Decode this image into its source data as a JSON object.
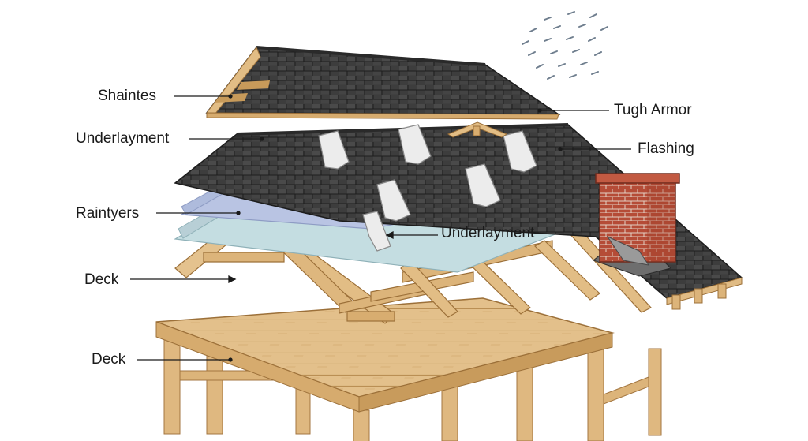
{
  "labels": {
    "shaintes": "Shaintes",
    "underlayment_top": "Underlayment",
    "raintyers": "Raintyers",
    "deck_upper": "Deck",
    "deck_lower": "Deck",
    "tugh_armor": "Tugh Armor",
    "flashing": "Flashing",
    "underlayment_mid": "Underlayment"
  },
  "colors": {
    "shingle": "#3b3b3b",
    "shingle_line": "#1c1c1c",
    "underlayment_blue": "#b9c6e4",
    "underlayment_teal": "#c3dce0",
    "lumber": "#e2bd85",
    "lumber_dark": "#c79a5a",
    "brick": "#b24a35",
    "vent": "#e4e4e4"
  }
}
